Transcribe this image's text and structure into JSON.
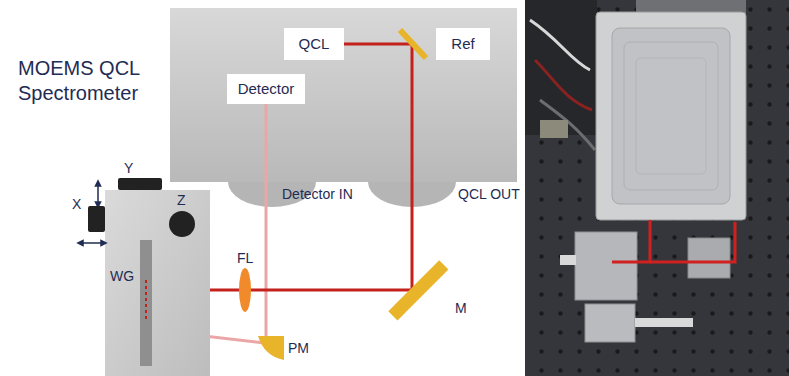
{
  "diagram": {
    "nodes": [
      {
        "text": [
          "MOEMS QCL Spectrometer"
        ]
      },
      {
        "text": [
          "QCL"
        ],
        "in": 0
      },
      {
        "text": [
          "Ref"
        ],
        "in": 0
      },
      {
        "text": [
          "Detector"
        ],
        "in": 0
      }
    ],
    "labels": [
      "Detector IN",
      "QCL OUT",
      "Y",
      "X",
      "Z",
      "FL",
      "WG",
      "M",
      "PM"
    ]
  }
}
